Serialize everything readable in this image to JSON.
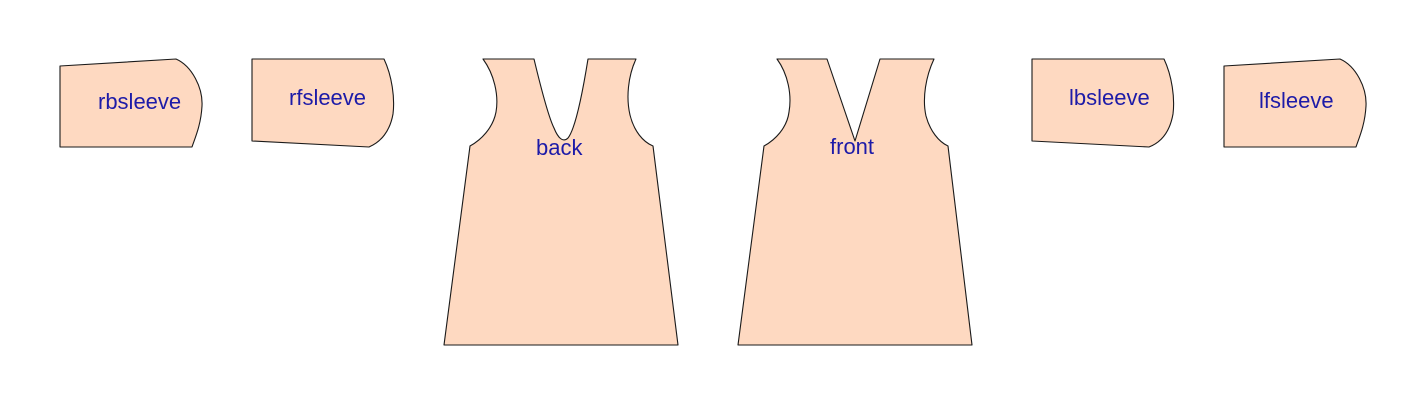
{
  "pieces": {
    "rbsleeve": {
      "label": "rbsleeve"
    },
    "rfsleeve": {
      "label": "rfsleeve"
    },
    "back": {
      "label": "back"
    },
    "front": {
      "label": "front"
    },
    "lbsleeve": {
      "label": "lbsleeve"
    },
    "lfsleeve": {
      "label": "lfsleeve"
    }
  },
  "colors": {
    "piece_fill": "#fed9c1",
    "outline": "#1a1a1a",
    "label": "#1d1ba8",
    "background": "#ffffff"
  }
}
